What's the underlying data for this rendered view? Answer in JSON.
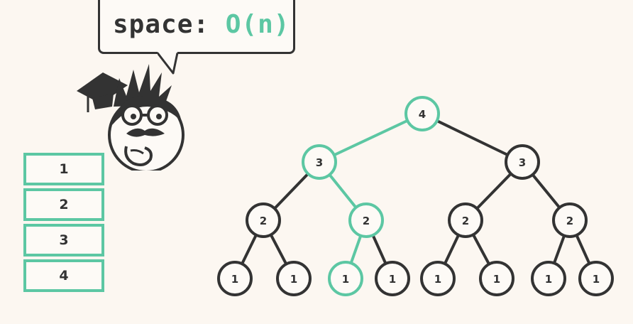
{
  "speech_bubble": {
    "label": "space: ",
    "value": "O(n)"
  },
  "mascot_icon": "graduate-professor-icon",
  "call_stack": [
    "1",
    "2",
    "3",
    "4"
  ],
  "tree": {
    "root": "4",
    "level1": [
      "3",
      "3"
    ],
    "level2": [
      "2",
      "2",
      "2",
      "2"
    ],
    "level3": [
      "1",
      "1",
      "1",
      "1",
      "1",
      "1",
      "1",
      "1"
    ],
    "highlighted_path": [
      "4",
      "3",
      "2",
      "1"
    ]
  },
  "colors": {
    "accent": "#5cc7a3",
    "ink": "#333333",
    "background": "#fcf7f1"
  }
}
